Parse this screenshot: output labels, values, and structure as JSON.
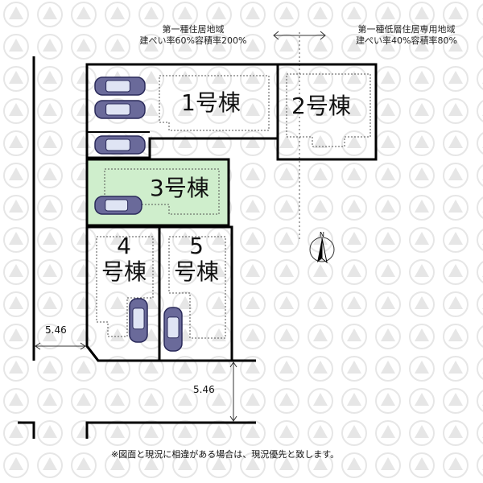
{
  "zones": {
    "left": {
      "line1": "第一種住居地域",
      "line2": "建ぺい率60%容積率200%"
    },
    "right": {
      "line1": "第一種低層住居専用地域",
      "line2": "建ぺい率40%容積率80%"
    }
  },
  "lots": {
    "lot1": "1号棟",
    "lot2": "2号棟",
    "lot3": "3号棟",
    "lot4_num": "4",
    "lot4_suffix": "号棟",
    "lot5_num": "5",
    "lot5_suffix": "号棟"
  },
  "dimensions": {
    "west_road": "5.46",
    "south_road": "5.46"
  },
  "north_marker": "N",
  "note": "※図面と現況に相違がある場合は、現況優先と致します。",
  "colors": {
    "lot3_fill": "#cfeecc",
    "car_body": "#6a6a9a",
    "car_outline": "#2a2a5a",
    "watermark": "#e6e6e6"
  }
}
